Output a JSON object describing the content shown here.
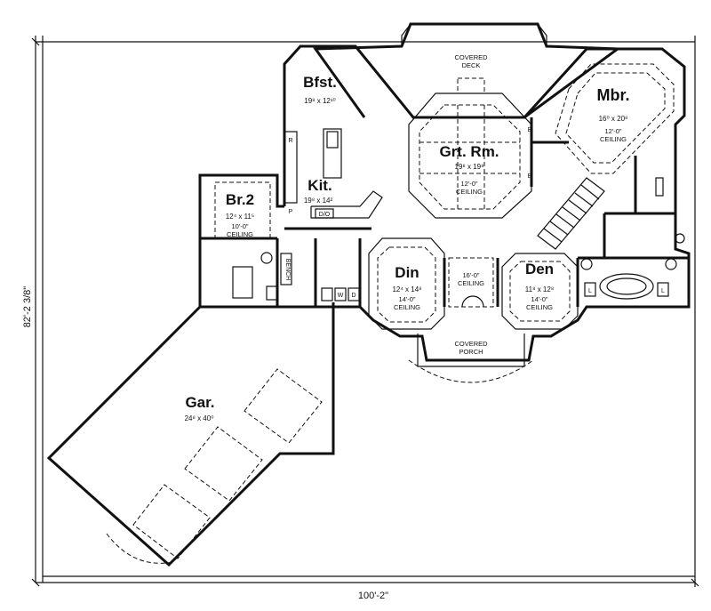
{
  "dimensions": {
    "width": "100'-2\"",
    "depth": "82'-2 3/8\""
  },
  "rooms": {
    "bfst": {
      "name": "Bfst.",
      "size": "19⁸ x 12¹⁰"
    },
    "kit": {
      "name": "Kit.",
      "size": "19⁸ x 14²"
    },
    "grt": {
      "name": "Grt. Rm.",
      "size": "19⁸ x 19⁸",
      "ceiling1": "12'-0\"",
      "ceiling2": "CEILING"
    },
    "mbr": {
      "name": "Mbr.",
      "size": "16⁰ x 20⁸",
      "ceiling1": "12'-0\"",
      "ceiling2": "CEILING"
    },
    "br2": {
      "name": "Br.2",
      "size": "12⁴ x 11⁵",
      "ceiling1": "10'-0\"",
      "ceiling2": "CEILING"
    },
    "din": {
      "name": "Din",
      "size": "12⁴ x 14⁸",
      "ceiling1": "14'-0\"",
      "ceiling2": "CEILING"
    },
    "den": {
      "name": "Den",
      "size": "11⁸ x 12⁸",
      "ceiling1": "14'-0\"",
      "ceiling2": "CEILING"
    },
    "gar": {
      "name": "Gar.",
      "size": "24⁸ x 40⁰"
    }
  },
  "notes": {
    "covered_deck_1": "COVERED",
    "covered_deck_2": "DECK",
    "covered_porch_1": "COVERED",
    "covered_porch_2": "PORCH",
    "foyer_ceiling_1": "16'-0\"",
    "foyer_ceiling_2": "CEILING",
    "bench": "BENCH"
  },
  "fixtures": {
    "do": "D/O",
    "r": "R",
    "p": "P",
    "b1": "B",
    "b2": "B",
    "w": "W",
    "d": "D",
    "l1": "L",
    "l2": "L"
  }
}
